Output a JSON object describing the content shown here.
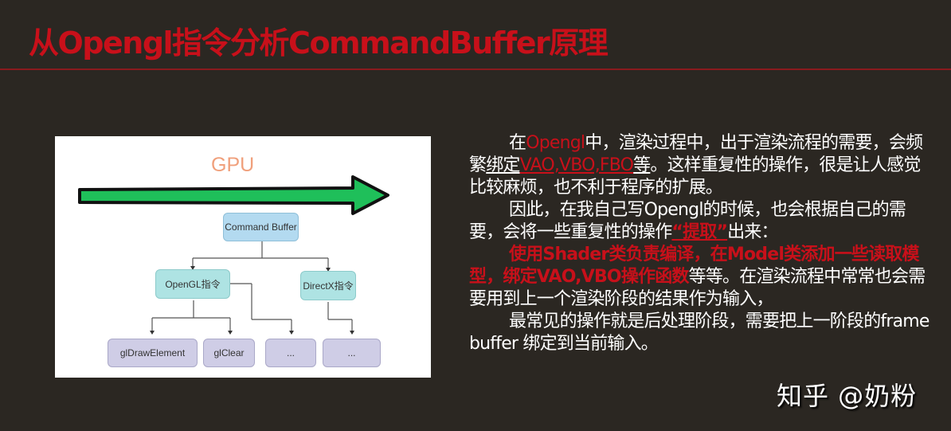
{
  "slide": {
    "title": "从Opengl指令分析CommandBuffer原理",
    "colors": {
      "background": "#2b2722",
      "accent_red": "#c8101a",
      "text": "#ffffff",
      "arrow_green": "#1fbf5a"
    }
  },
  "diagram": {
    "gpu_label": "GPU",
    "root": "Command Buffer",
    "apis": [
      "OpenGL指令",
      "DirectX指令"
    ],
    "functions": [
      "glDrawElement",
      "glClear",
      "...",
      "..."
    ]
  },
  "body": {
    "p1": {
      "a": "在",
      "b": "Opengl",
      "c": "中，渲染过程中，出于渲染流程的需要，会频繁",
      "d": "绑定",
      "e": "VAO,VBO,FBO",
      "f": "等",
      "g": "。这样重复性的操作，很是让人感觉比较麻烦，也不利于程序的扩展。"
    },
    "p2": {
      "a": "因此，在我自己写Opengl的时候，也会根据自己的需要，会将一些重复性的操作",
      "b": "“提取”",
      "c": "出来："
    },
    "p3": {
      "a": "使用Shader类负责编译，在Model类添加一些读取模型，绑定VAO,VBO操作函数",
      "b": "等等。在渲染流程中常常也会需要用到上一个渲染阶段的结果作为输入，"
    },
    "p4": {
      "a": "最常见的操作就是后处理阶段，需要把上一阶段的frame buffer 绑定到当前输入。"
    }
  },
  "watermark": "知乎 @奶粉"
}
